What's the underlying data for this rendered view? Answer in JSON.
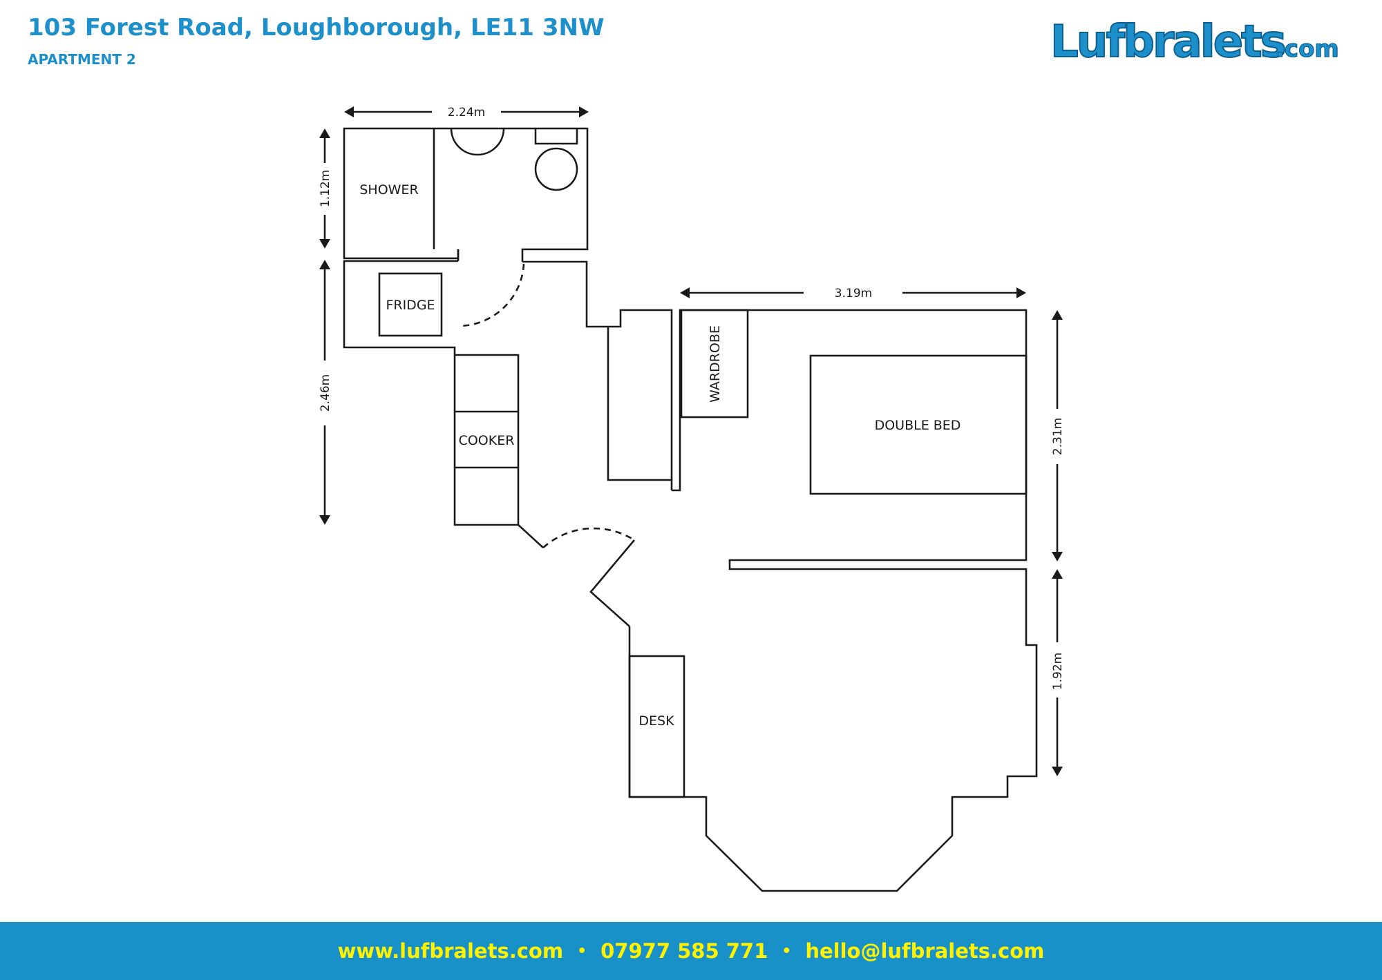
{
  "header": {
    "address": "103 Forest Road, Loughborough, LE11 3NW",
    "apartment": "APARTMENT 2",
    "logo_text": "Lufbralets.com"
  },
  "rooms": {
    "shower": "SHOWER",
    "fridge": "FRIDGE",
    "cooker": "COOKER",
    "wardrobe": "WARDROBE",
    "double_bed": "DOUBLE BED",
    "desk": "DESK"
  },
  "dimensions": {
    "bathroom_width": "2.24m",
    "bathroom_depth": "1.12m",
    "kitchen_depth": "2.46m",
    "bedroom_width": "3.19m",
    "bedroom_depth": "2.31m",
    "bay_depth": "1.92m"
  },
  "footer": {
    "website": "www.lufbralets.com",
    "phone": "07977 585 771",
    "email": "hello@lufbralets.com",
    "separator": "•"
  },
  "colors": {
    "brand_blue": "#1890c8",
    "accent_yellow": "#fff200",
    "line": "#1a1a1a"
  }
}
